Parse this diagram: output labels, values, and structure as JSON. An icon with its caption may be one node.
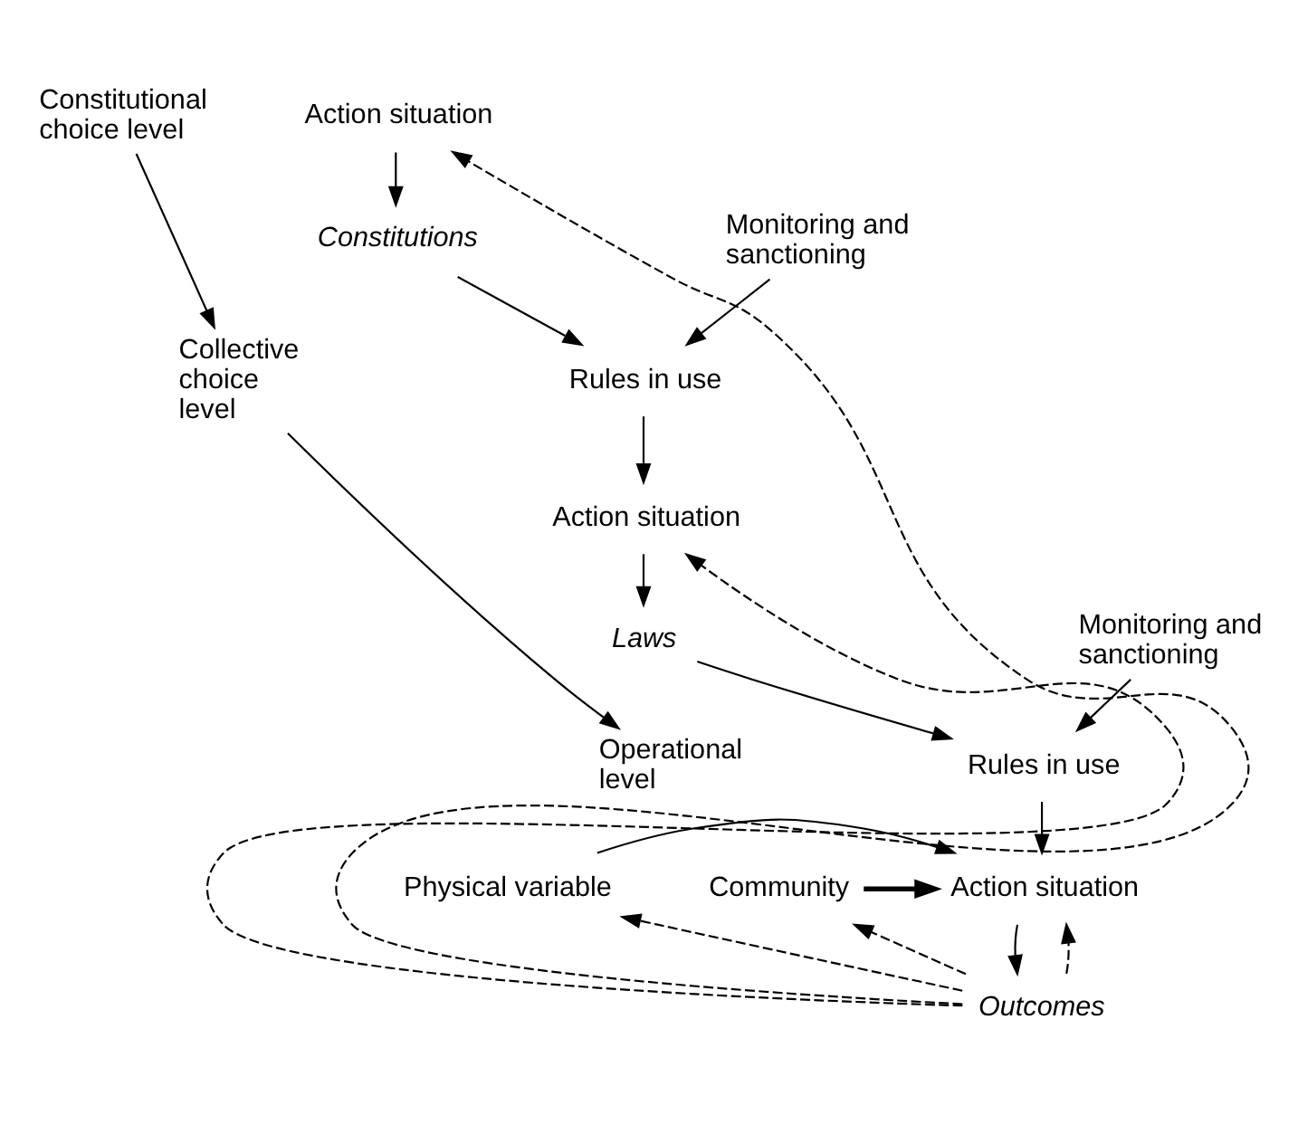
{
  "diagram": {
    "nodes": [
      {
        "text": [
          "Constitutional choice level"
        ]
      },
      {
        "text": [
          "Collective choice level"
        ]
      },
      {
        "text": [
          "Operational level"
        ]
      },
      {
        "text": [
          "Action situation"
        ]
      },
      {
        "text": [
          "Constitutions"
        ]
      },
      {
        "text": [
          "Monitoring and sanctioning"
        ]
      },
      {
        "text": [
          "Rules in use"
        ]
      },
      {
        "text": [
          "Action situation"
        ]
      },
      {
        "text": [
          "Laws"
        ]
      },
      {
        "text": [
          "Monitoring and sanctioning"
        ]
      },
      {
        "text": [
          "Rules in use"
        ]
      },
      {
        "text": [
          "Action situation"
        ]
      },
      {
        "text": [
          "Physical variable"
        ]
      },
      {
        "text": [
          "Community"
        ]
      },
      {
        "text": [
          "Outcomes"
        ]
      }
    ],
    "edges": [
      {
        "from": 0,
        "to": 1,
        "arrow": "to"
      },
      {
        "from": 1,
        "to": 2,
        "arrow": "to"
      },
      {
        "from": 3,
        "to": 4,
        "arrow": "to"
      },
      {
        "from": 4,
        "to": 6,
        "arrow": "to"
      },
      {
        "from": 5,
        "to": 6,
        "arrow": "to"
      },
      {
        "from": 6,
        "to": 7,
        "arrow": "to"
      },
      {
        "from": 7,
        "to": 8,
        "arrow": "to"
      },
      {
        "from": 8,
        "to": 10,
        "arrow": "to"
      },
      {
        "from": 9,
        "to": 10,
        "arrow": "to"
      },
      {
        "from": 10,
        "to": 11,
        "arrow": "to"
      },
      {
        "from": 12,
        "to": 11,
        "arrow": "to"
      },
      {
        "from": 13,
        "to": 11,
        "arrow": "to",
        "style": "thick"
      },
      {
        "from": 11,
        "to": 14,
        "arrow": "to"
      },
      {
        "from": 14,
        "to": 11,
        "arrow": "to",
        "style": "dashed"
      },
      {
        "from": 14,
        "to": 12,
        "arrow": "to",
        "style": "dashed"
      },
      {
        "from": 14,
        "to": 13,
        "arrow": "to",
        "style": "dashed"
      },
      {
        "from": 14,
        "to": 3,
        "arrow": "to",
        "style": "dashed"
      },
      {
        "from": 14,
        "to": 7,
        "arrow": "to",
        "style": "dashed"
      }
    ]
  }
}
